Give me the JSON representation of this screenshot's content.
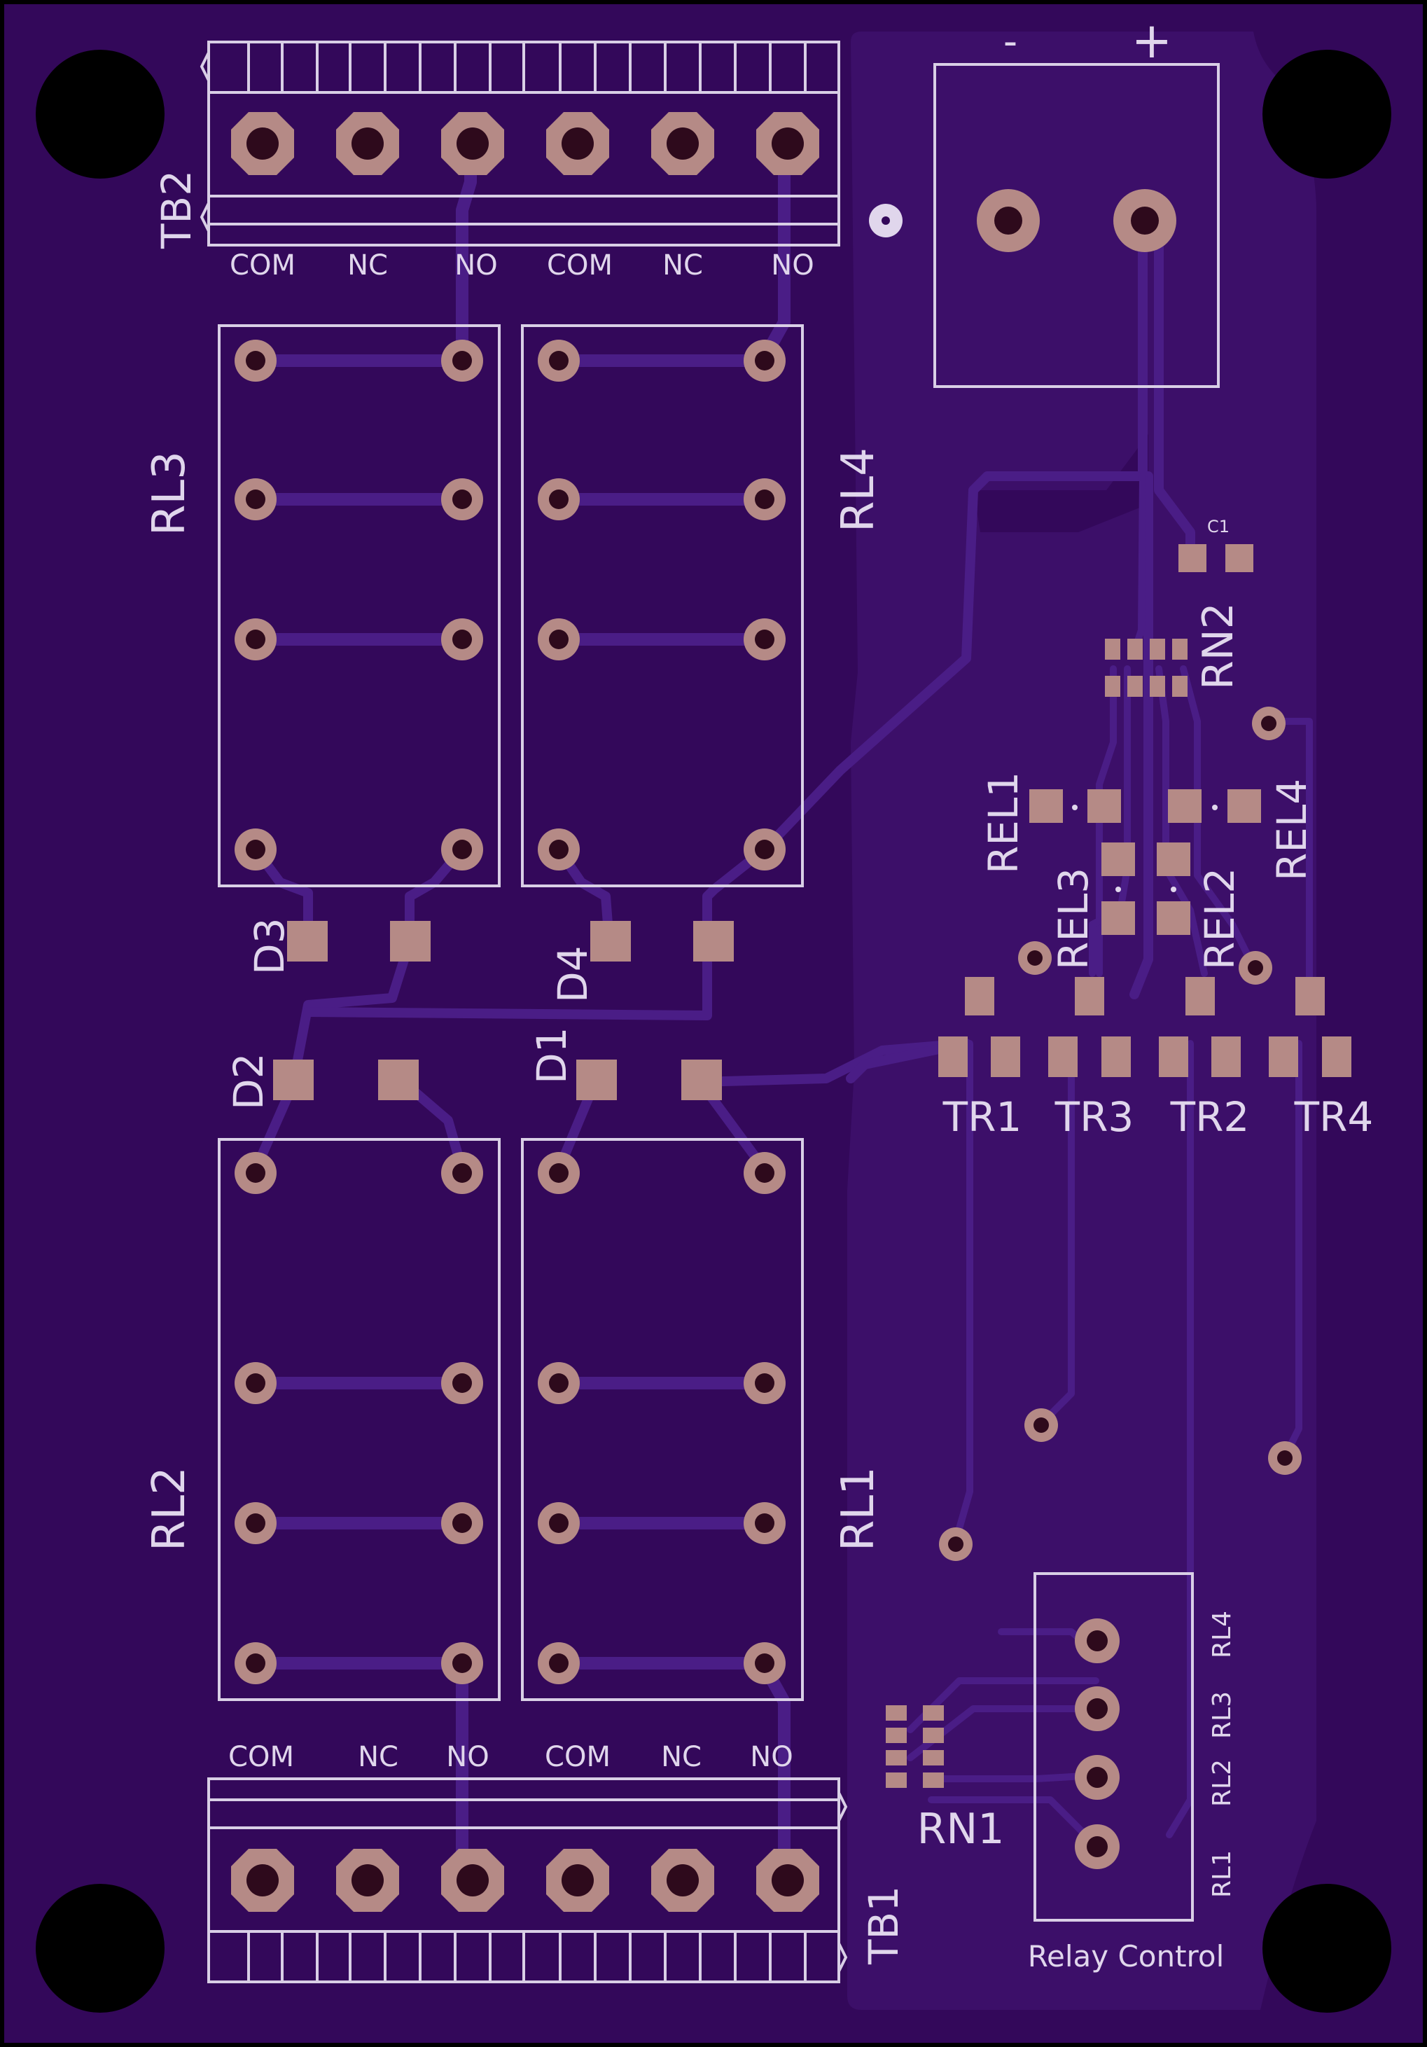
{
  "board": {
    "colors": {
      "board": "#33085a",
      "copper_pour": "#3c0f69",
      "trace": "#4a1d86",
      "silkscreen": "#d9cfe6",
      "pad": "#b58a86",
      "mount_hole": "#000000",
      "edge": "#000000"
    },
    "tb2": {
      "ref": "TB2",
      "terminals": [
        "COM",
        "NC",
        "NO",
        "COM",
        "NC",
        "NO"
      ]
    },
    "tb1": {
      "ref": "TB1",
      "terminals": [
        "COM",
        "NC",
        "NO",
        "COM",
        "NC",
        "NO"
      ]
    },
    "power": {
      "minus": "-",
      "plus": "+"
    },
    "relays": {
      "rl1": "RL1",
      "rl2": "RL2",
      "rl3": "RL3",
      "rl4": "RL4"
    },
    "diodes": {
      "d1": "D1",
      "d2": "D2",
      "d3": "D3",
      "d4": "D4"
    },
    "leds": {
      "rel1": "REL1",
      "rel2": "REL2",
      "rel3": "REL3",
      "rel4": "REL4"
    },
    "transistors": {
      "tr1": "TR1",
      "tr2": "TR2",
      "tr3": "TR3",
      "tr4": "TR4"
    },
    "resistor_networks": {
      "rn1": "RN1",
      "rn2": "RN2"
    },
    "capacitor": {
      "c1": "C1"
    },
    "header": {
      "title": "Relay Control",
      "pins": [
        "RL4",
        "RL3",
        "RL2",
        "RL1"
      ]
    }
  }
}
